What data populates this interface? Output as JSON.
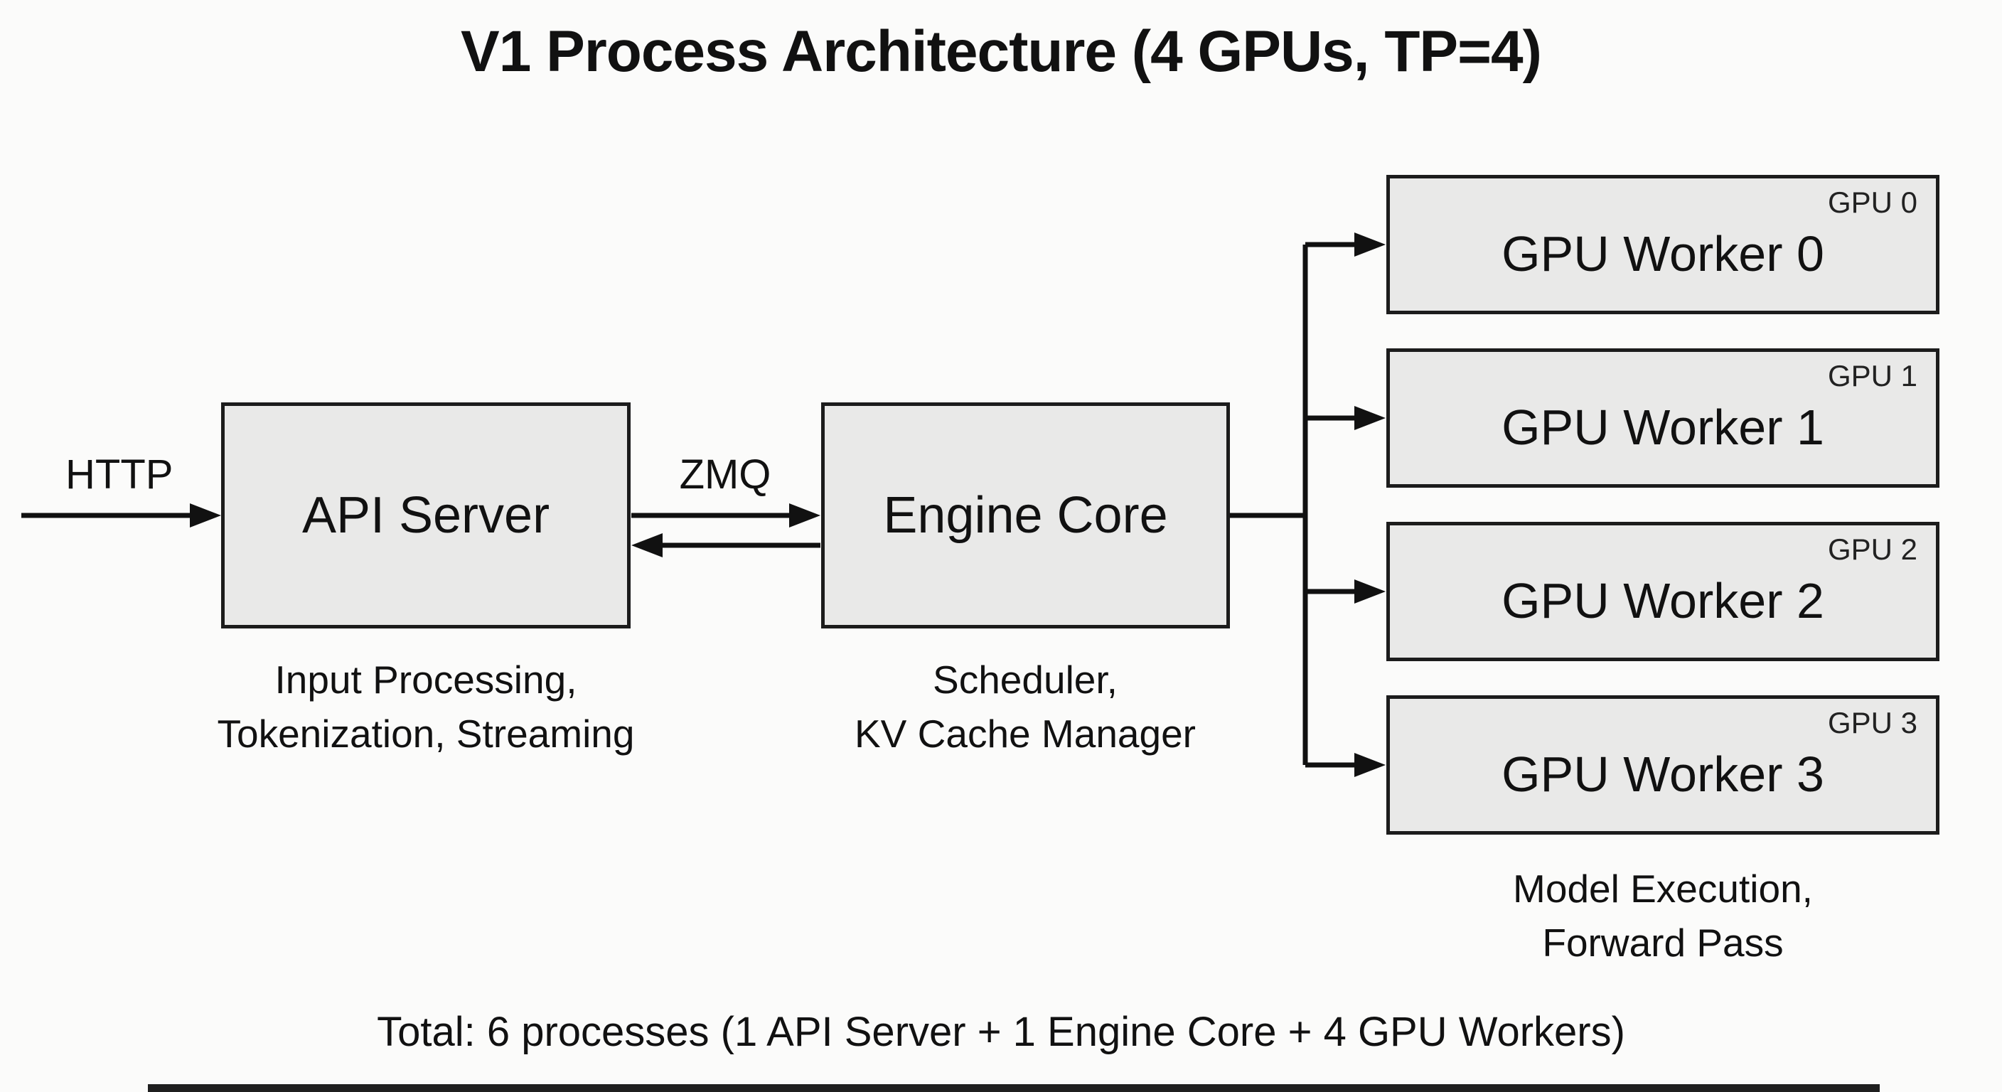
{
  "title": "V1 Process Architecture (4 GPUs, TP=4)",
  "diagram": {
    "http_label": "HTTP",
    "zmq_label": "ZMQ",
    "api_server": {
      "label": "API Server",
      "subtitle_line1": "Input Processing,",
      "subtitle_line2": "Tokenization, Streaming"
    },
    "engine_core": {
      "label": "Engine Core",
      "subtitle_line1": "Scheduler,",
      "subtitle_line2": "KV Cache Manager"
    },
    "gpu_workers": [
      {
        "label": "GPU Worker 0",
        "tag": "GPU 0"
      },
      {
        "label": "GPU Worker 1",
        "tag": "GPU 1"
      },
      {
        "label": "GPU Worker 2",
        "tag": "GPU 2"
      },
      {
        "label": "GPU Worker 3",
        "tag": "GPU 3"
      }
    ],
    "workers_subtitle_line1": "Model Execution,",
    "workers_subtitle_line2": "Forward Pass"
  },
  "footer": {
    "total": "Total: 6 processes (1 API Server + 1 Engine Core + 4 GPU Workers)"
  },
  "colors": {
    "background": "#fbfbfa",
    "box_fill": "#e9e9e8",
    "box_border": "#1c1c1c",
    "text": "#111111"
  }
}
